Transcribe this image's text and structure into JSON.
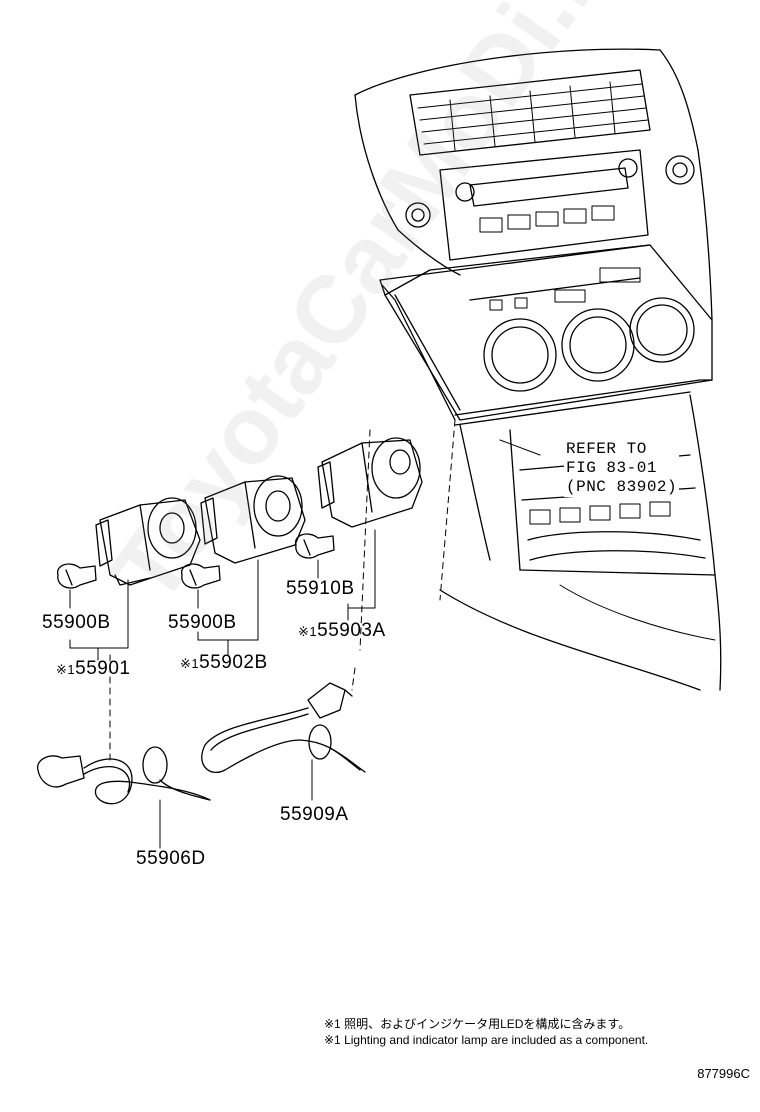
{
  "parts": {
    "p55900B_left": "55900B",
    "p55900B_mid": "55900B",
    "p55910B": "55910B",
    "p55901": "55901",
    "p55902B": "55902B",
    "p55903A": "55903A",
    "p55906D": "55906D",
    "p55909A": "55909A",
    "mark": "※1"
  },
  "reference": {
    "line1": "REFER TO",
    "line2": "FIG 83-01",
    "line3": "(PNC 83902)"
  },
  "notes": {
    "jp": "※1 照明、およびインジケータ用LEDを構成に含みます。",
    "en": "※1 Lighting and indicator lamp are included as a component."
  },
  "figure_number": "877996C",
  "watermark": "ToyotaCarMoDi.ru"
}
